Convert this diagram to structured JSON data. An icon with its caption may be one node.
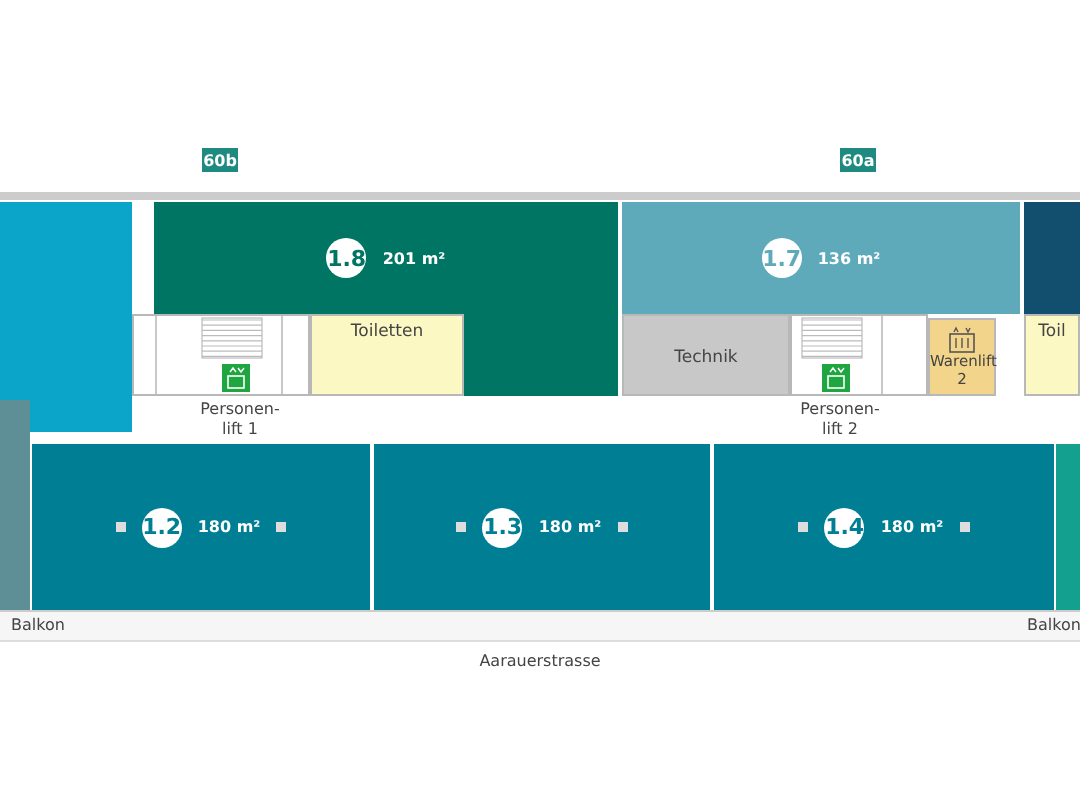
{
  "diagram": {
    "nodes": [
      {
        "text": [
          "60b"
        ]
      },
      {
        "text": [
          "60a"
        ]
      },
      {
        "text": [],
        "shape": "box"
      },
      {
        "text": [
          "1.8",
          "201 m²"
        ]
      },
      {
        "text": [
          "1.7",
          "136 m²"
        ]
      },
      {
        "text": [],
        "shape": "box"
      },
      {
        "text": [
          "Toiletten"
        ]
      },
      {
        "text": [],
        "shape": "box"
      },
      {
        "text": [
          "Technik"
        ]
      },
      {
        "text": [
          "Warenlift 2"
        ]
      },
      {
        "text": [
          "Toil"
        ]
      },
      {
        "text": [],
        "shape": "box"
      },
      {
        "text": [
          "1.2",
          "180 m²"
        ]
      },
      {
        "text": [
          "1.3",
          "180 m²"
        ]
      },
      {
        "text": [
          "1.4",
          "180 m²"
        ]
      },
      {
        "text": [],
        "shape": "box"
      }
    ],
    "labels": [
      "Personen- lift 1",
      "Personen- lift 2",
      "Balkon",
      "Balkon",
      "Aarauerstrasse"
    ]
  }
}
